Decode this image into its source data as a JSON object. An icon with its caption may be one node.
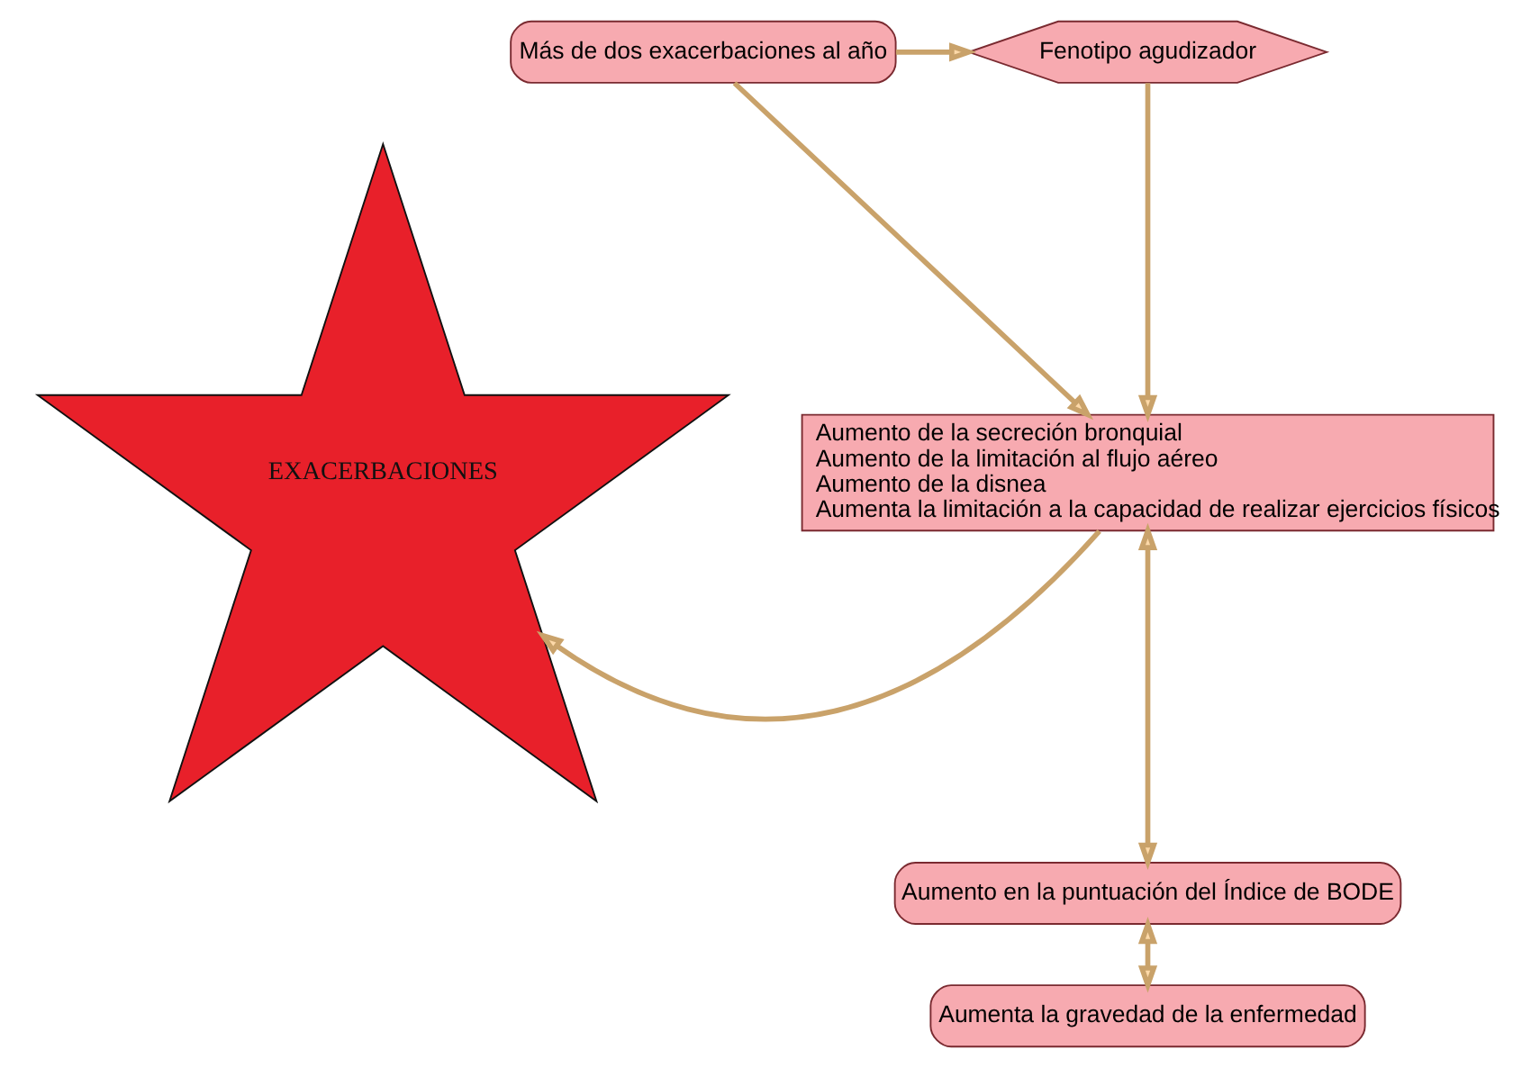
{
  "diagram": {
    "nodes": [
      {
        "text": [
          "Más de dos exacerbaciones al año"
        ]
      },
      {
        "text": [
          "Fenotipo agudizador"
        ]
      },
      {
        "text": [
          "EXACERBACIONES"
        ]
      },
      {
        "text": [
          "Aumento de la secreción bronquial",
          "Aumento de la limitación al flujo aéreo",
          "Aumento de la disnea",
          "Aumenta la limitación a la capacidad de realizar ejercicios físicos"
        ]
      },
      {
        "text": [
          "Aumento en la puntuación del Índice de BODE"
        ]
      },
      {
        "text": [
          "Aumenta la gravedad de la enfermedad"
        ]
      }
    ],
    "edges": [
      {
        "from": 0,
        "to": 1,
        "arrow": "to"
      },
      {
        "from": 1,
        "to": 3,
        "arrow": "to"
      },
      {
        "from": 0,
        "to": 3,
        "arrow": "to"
      },
      {
        "from": 3,
        "to": 2,
        "arrow": "to"
      },
      {
        "from": 3,
        "to": 4,
        "arrow": "both"
      },
      {
        "from": 4,
        "to": 5,
        "arrow": "both"
      }
    ]
  }
}
